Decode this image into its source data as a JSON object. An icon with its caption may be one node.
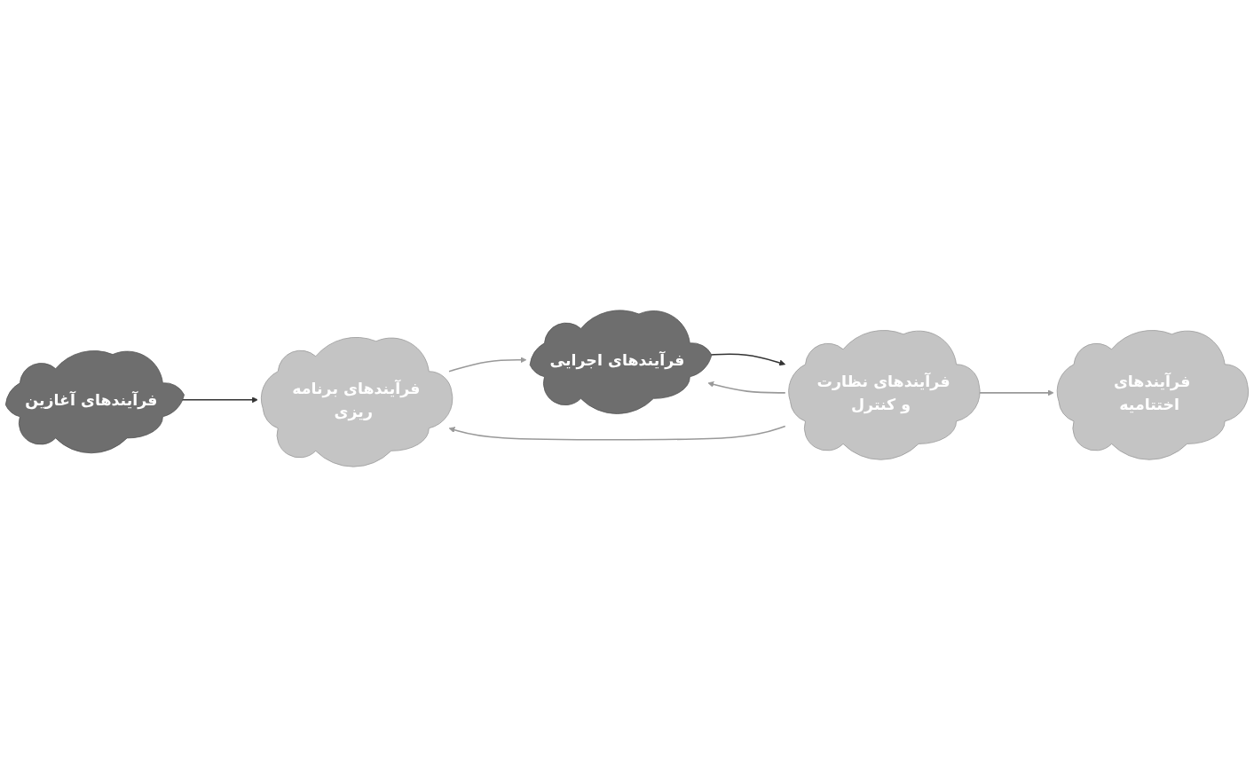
{
  "diagram": {
    "nodes": [
      {
        "text": [
          "فرآیندهای آغازین"
        ]
      },
      {
        "text": [
          "فرآیندهای برنامه ریزی"
        ]
      },
      {
        "text": [
          "فرآیندهای نظارت و کنترل"
        ]
      },
      {
        "text": [
          "فرآیندهای اجرایی"
        ]
      },
      {
        "text": [
          "فرآیندهای اختتامیه"
        ]
      }
    ],
    "edges": [
      {
        "from": 0,
        "to": 1,
        "arrow": "to",
        "color": "#333333"
      },
      {
        "from": 1,
        "to": 3,
        "arrow": "to"
      },
      {
        "from": 2,
        "to": 1,
        "arrow": "to"
      },
      {
        "from": 2,
        "to": 3,
        "arrow": "to"
      },
      {
        "from": 3,
        "to": 2,
        "arrow": "to",
        "color": "#333333"
      },
      {
        "from": 2,
        "to": 4,
        "arrow": "to"
      }
    ]
  }
}
